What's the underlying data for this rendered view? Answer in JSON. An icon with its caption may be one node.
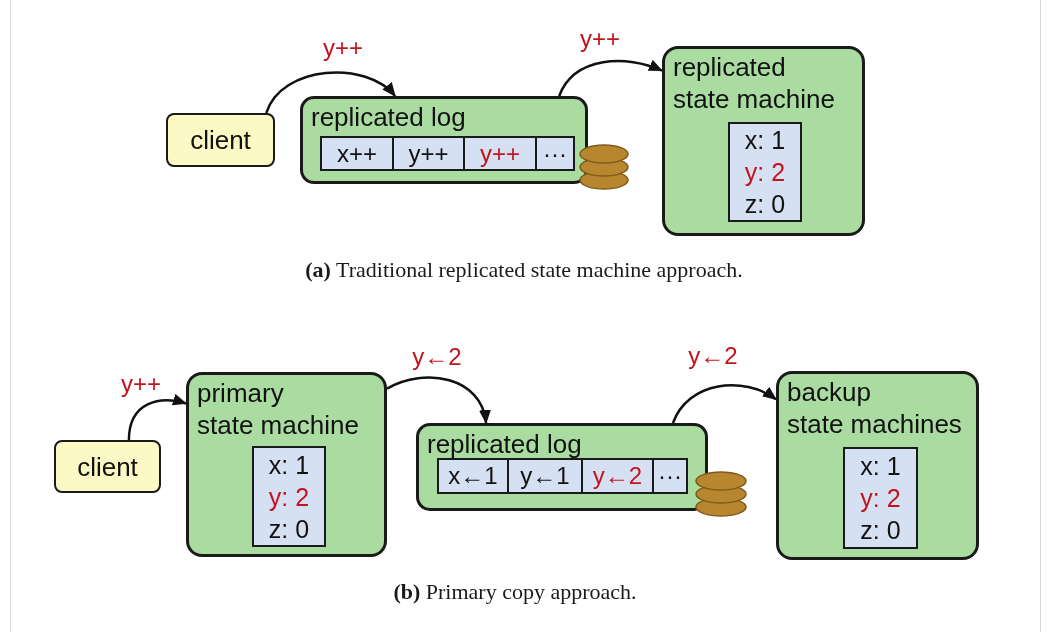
{
  "diagram": {
    "nodes": [
      {
        "text": [
          "client"
        ]
      },
      {
        "text": [
          "replicated log"
        ]
      },
      {
        "text": [
          "x++"
        ],
        "in": 1
      },
      {
        "text": [
          "y++"
        ],
        "in": 1
      },
      {
        "text": [
          "y++"
        ],
        "in": 1
      },
      {
        "text": [
          "···"
        ],
        "in": 1
      },
      {
        "text": [
          "replicated state machine"
        ]
      },
      {
        "text": [
          "x: 1",
          "y: 2",
          "z: 0"
        ],
        "in": 6
      },
      {
        "text": [
          "client"
        ]
      },
      {
        "text": [
          "primary state machine"
        ]
      },
      {
        "text": [
          "x: 1",
          "y: 2",
          "z: 0"
        ],
        "in": 9
      },
      {
        "text": [
          "replicated log"
        ]
      },
      {
        "text": [
          "x←1"
        ],
        "in": 11
      },
      {
        "text": [
          "y←1"
        ],
        "in": 11
      },
      {
        "text": [
          "y←2"
        ],
        "in": 11
      },
      {
        "text": [
          "···"
        ],
        "in": 11
      },
      {
        "text": [
          "backup state machines"
        ]
      },
      {
        "text": [
          "x: 1",
          "y: 2",
          "z: 0"
        ],
        "in": 16
      }
    ],
    "edges": [
      {
        "from": 0,
        "to": 1,
        "arrow": "to",
        "label": "y++"
      },
      {
        "from": 1,
        "to": 6,
        "arrow": "to",
        "label": "y++"
      },
      {
        "from": 8,
        "to": 9,
        "arrow": "to",
        "label": "y++"
      },
      {
        "from": 9,
        "to": 11,
        "arrow": "to",
        "label": "y←2"
      },
      {
        "from": 11,
        "to": 16,
        "arrow": "to",
        "label": "y←2"
      }
    ],
    "labels": [
      "**(a)** Traditional replicated state machine approach.",
      "**(b)** Primary copy approach."
    ]
  }
}
